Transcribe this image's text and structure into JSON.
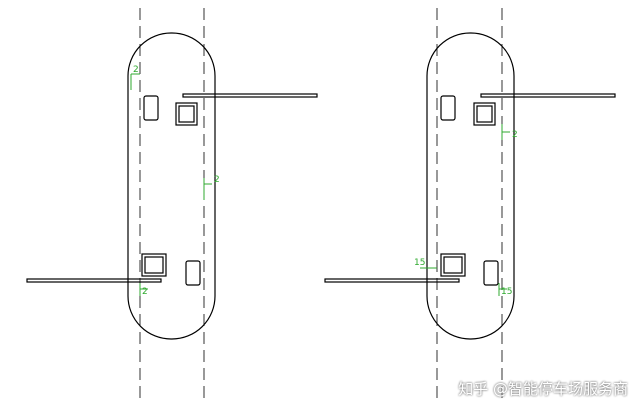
{
  "diagrams": {
    "left": {
      "labels": {
        "top_left": "2",
        "middle_right": "2",
        "bottom_left": "2"
      }
    },
    "right": {
      "labels": {
        "top_right": "2",
        "bottom_left": "15",
        "bottom_right": "15"
      }
    }
  },
  "colors": {
    "line": "#000000",
    "dimension": "#2faa2f",
    "background": "#ffffff"
  },
  "watermark": "知乎 @智能停车场服务商"
}
